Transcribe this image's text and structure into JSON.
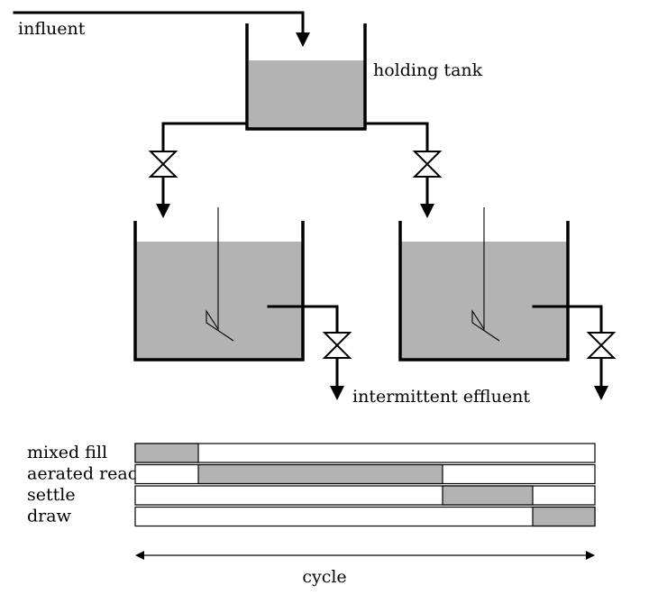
{
  "labels": {
    "influent": "influent",
    "holding_tank": "holding tank",
    "intermittent_effluent": "intermittent effluent",
    "cycle": "cycle"
  },
  "colors": {
    "liquid": "#b3b3b3",
    "line": "#000000",
    "background": "#ffffff"
  },
  "schedule": {
    "phases": [
      {
        "name": "mixed fill",
        "start": 0.0,
        "end": 0.1373
      },
      {
        "name": "aerated react",
        "start": 0.1373,
        "end": 0.6686
      },
      {
        "name": "settle",
        "start": 0.6686,
        "end": 0.8647
      },
      {
        "name": "draw",
        "start": 0.8647,
        "end": 1.0
      }
    ]
  }
}
